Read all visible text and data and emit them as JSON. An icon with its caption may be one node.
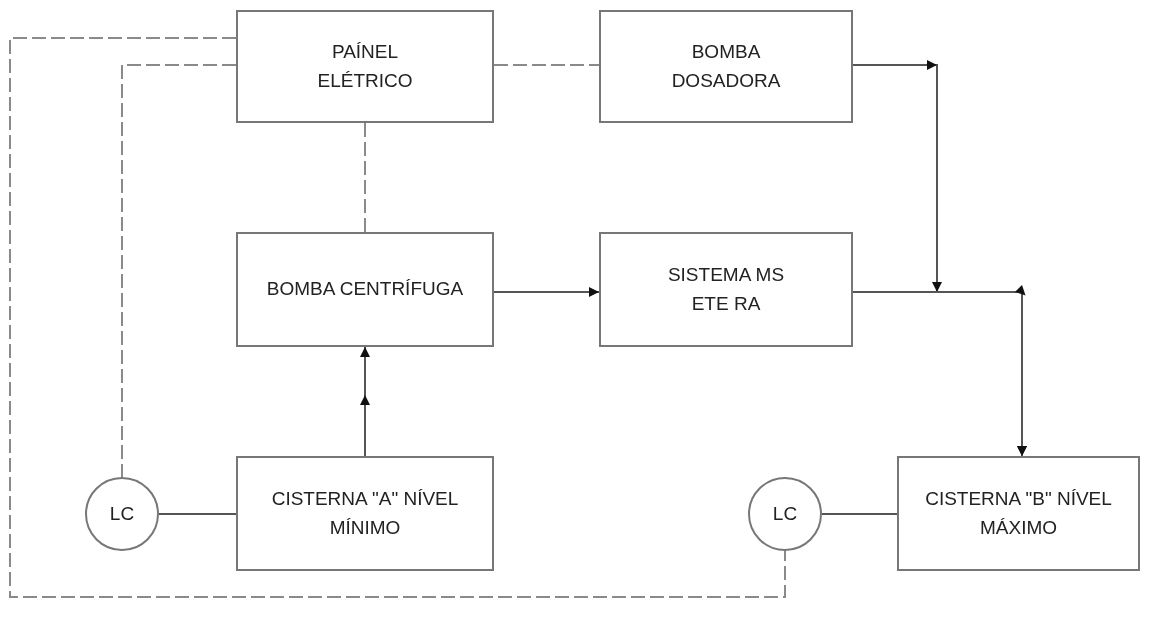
{
  "diagram": {
    "nodes": [
      {
        "text": [
          "PAÍNEL ELÉTRICO"
        ]
      },
      {
        "text": [
          "BOMBA DOSADORA"
        ]
      },
      {
        "text": [
          "BOMBA CENTRÍFUGA"
        ]
      },
      {
        "text": [
          "SISTEMA MS ETE RA"
        ]
      },
      {
        "text": [
          "LC"
        ]
      },
      {
        "text": [
          "CISTERNA \"A\" NÍVEL MÍNIMO"
        ]
      },
      {
        "text": [
          "LC"
        ]
      },
      {
        "text": [
          "CISTERNA \"B\" NÍVEL MÁXIMO"
        ]
      }
    ],
    "edges": [
      {
        "from": 0,
        "to": 1,
        "arrow": "none",
        "style": "dashed"
      },
      {
        "from": 0,
        "to": 2,
        "arrow": "none",
        "style": "dashed"
      },
      {
        "from": 0,
        "to": 4,
        "arrow": "none",
        "style": "dashed"
      },
      {
        "from": 0,
        "to": 6,
        "arrow": "none",
        "style": "dashed"
      },
      {
        "from": 1,
        "to": 7,
        "arrow": "to"
      },
      {
        "from": 2,
        "to": 3,
        "arrow": "to"
      },
      {
        "from": 3,
        "to": 7,
        "arrow": "to"
      },
      {
        "from": 5,
        "to": 2,
        "arrow": "to"
      },
      {
        "from": 4,
        "to": 5,
        "arrow": "none"
      },
      {
        "from": 6,
        "to": 7,
        "arrow": "none"
      }
    ]
  }
}
